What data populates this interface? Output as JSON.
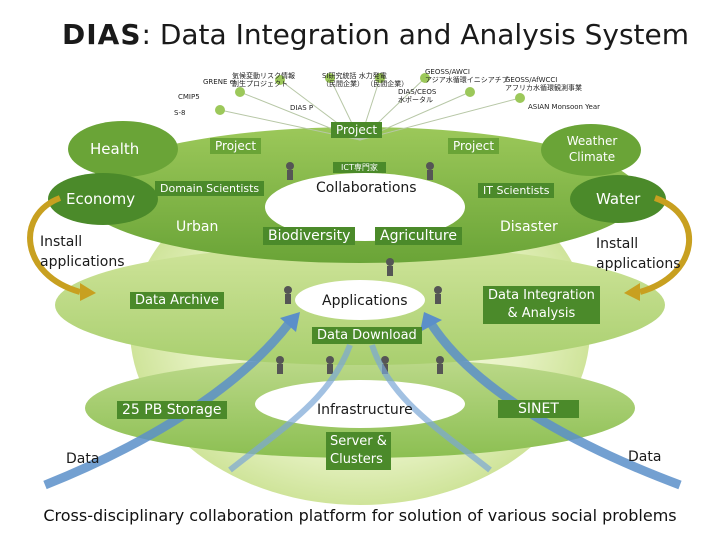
{
  "title": {
    "brand": "DIAS",
    "rest": ": Data Integration and Analysis System"
  },
  "projects_top": {
    "p1": "気候変動リスク情報\n創生プロジェクト",
    "p2": "GRENE ei",
    "p3": "CMIP5",
    "p4": "S-8",
    "p5": "DIAS P",
    "p6": "SI研究統括 水力発電\n（民間企業） （民間企業）",
    "p7": "GEOSS/AWCI\nアジア水循環イニシアチブ",
    "p8": "DIAS/CEOS\n水ポータル",
    "p9": "GEOSS/AfWCCI\nアフリカ水循環観測事業",
    "p10": "ASIAN Monsoon Year"
  },
  "upper_ring": {
    "health": "Health",
    "economy": "Economy",
    "project_left": "Project",
    "project_center": "Project",
    "project_right": "Project",
    "weather": "Weather\nClimate",
    "ict": "ICT専門家",
    "domain_scientists": "Domain Scientists",
    "collaborations": "Collaborations",
    "it_scientists": "IT Scientists",
    "water": "Water",
    "urban": "Urban",
    "biodiversity": "Biodiversity",
    "agriculture": "Agriculture",
    "disaster": "Disaster"
  },
  "side": {
    "install_left": "Install\napplications",
    "install_right": "Install\napplications",
    "data_left": "Data",
    "data_right": "Data"
  },
  "middle_ring": {
    "data_archive": "Data Archive",
    "applications": "Applications",
    "data_integration": "Data Integration\n& Analysis",
    "data_download": "Data Download"
  },
  "lower_ring": {
    "storage": "25 PB Storage",
    "infrastructure": "Infrastructure",
    "sinet": "SINET",
    "server": "Server &\nClusters"
  },
  "caption": "Cross-disciplinary collaboration platform for solution of various social problems",
  "colors": {
    "dark_green": "#4b8a2a",
    "light_green": "#a9cf6f",
    "pale_green": "#d9ebb4",
    "blue_arrow": "#5b8fc9",
    "gold_arrow": "#c8a020"
  }
}
